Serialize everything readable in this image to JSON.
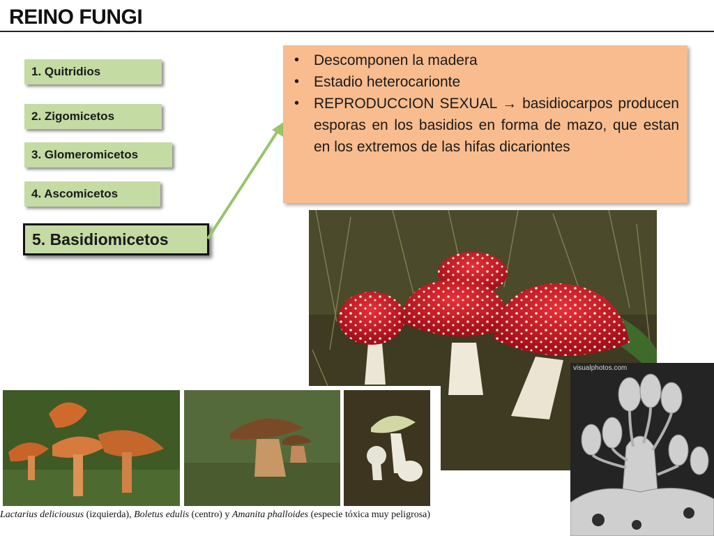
{
  "page": {
    "title": "REINO FUNGI"
  },
  "nav": {
    "items": [
      {
        "label": "1. Quitridios"
      },
      {
        "label": "2. Zigomicetos"
      },
      {
        "label": "3. Glomeromicetos"
      },
      {
        "label": "4. Ascomicetos"
      },
      {
        "label": "5. Basidiomicetos"
      }
    ],
    "active_index": 4
  },
  "infobox": {
    "bullets": [
      "Descomponen la madera",
      "Estadio heterocarionte",
      "REPRODUCCION SEXUAL → basidiocarpos producen esporas en los basidios en forma de mazo, que estan en los extremos de las hifas dicariontes"
    ]
  },
  "images": {
    "main": "amanita-muscaria-photo",
    "micro": "basidia-micrograph",
    "micro_watermark": "visualphotos.com",
    "panels": [
      "lactarius-photo",
      "boletus-photo",
      "amanita-phalloides-photo"
    ]
  },
  "caption": {
    "species_1": "Lactarius deliciousus",
    "note_1": " (izquierda), ",
    "species_2": "Boletus edulis",
    "note_2": " (centro) y ",
    "species_3": "Amanita phalloides",
    "note_3": " (especie tóxica muy peligrosa)"
  },
  "colors": {
    "nav_bg": "#c4dba4",
    "infobox_bg": "#f8bc8e",
    "arrow": "#9bc46b"
  }
}
